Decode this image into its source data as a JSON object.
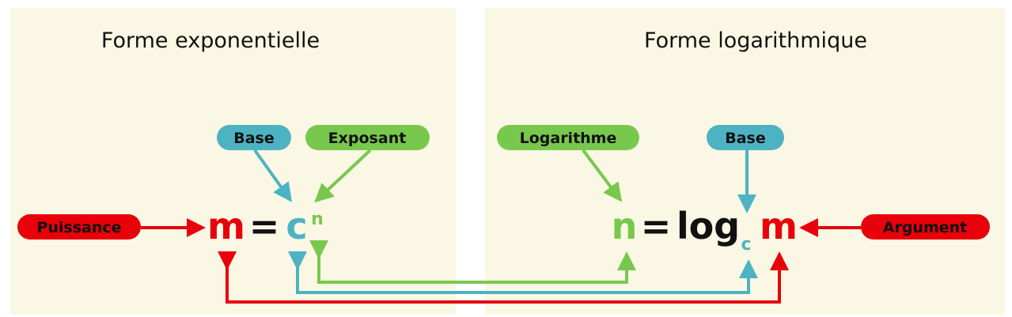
{
  "colors": {
    "panel": "#faf8e4",
    "red": "#e8000b",
    "blue": "#4db3c3",
    "green": "#79c84e",
    "text": "#111111"
  },
  "left": {
    "title": "Forme exponentielle",
    "labels": {
      "base": "Base",
      "exposant": "Exposant",
      "puissance": "Puissance"
    },
    "formula": {
      "m": "m",
      "eq": "=",
      "c": "c",
      "n": "n"
    }
  },
  "right": {
    "title": "Forme logarithmique",
    "labels": {
      "logarithme": "Logarithme",
      "base": "Base",
      "argument": "Argument"
    },
    "formula": {
      "n": "n",
      "eq": "=",
      "log": "log",
      "c": "c",
      "m": "m"
    }
  }
}
